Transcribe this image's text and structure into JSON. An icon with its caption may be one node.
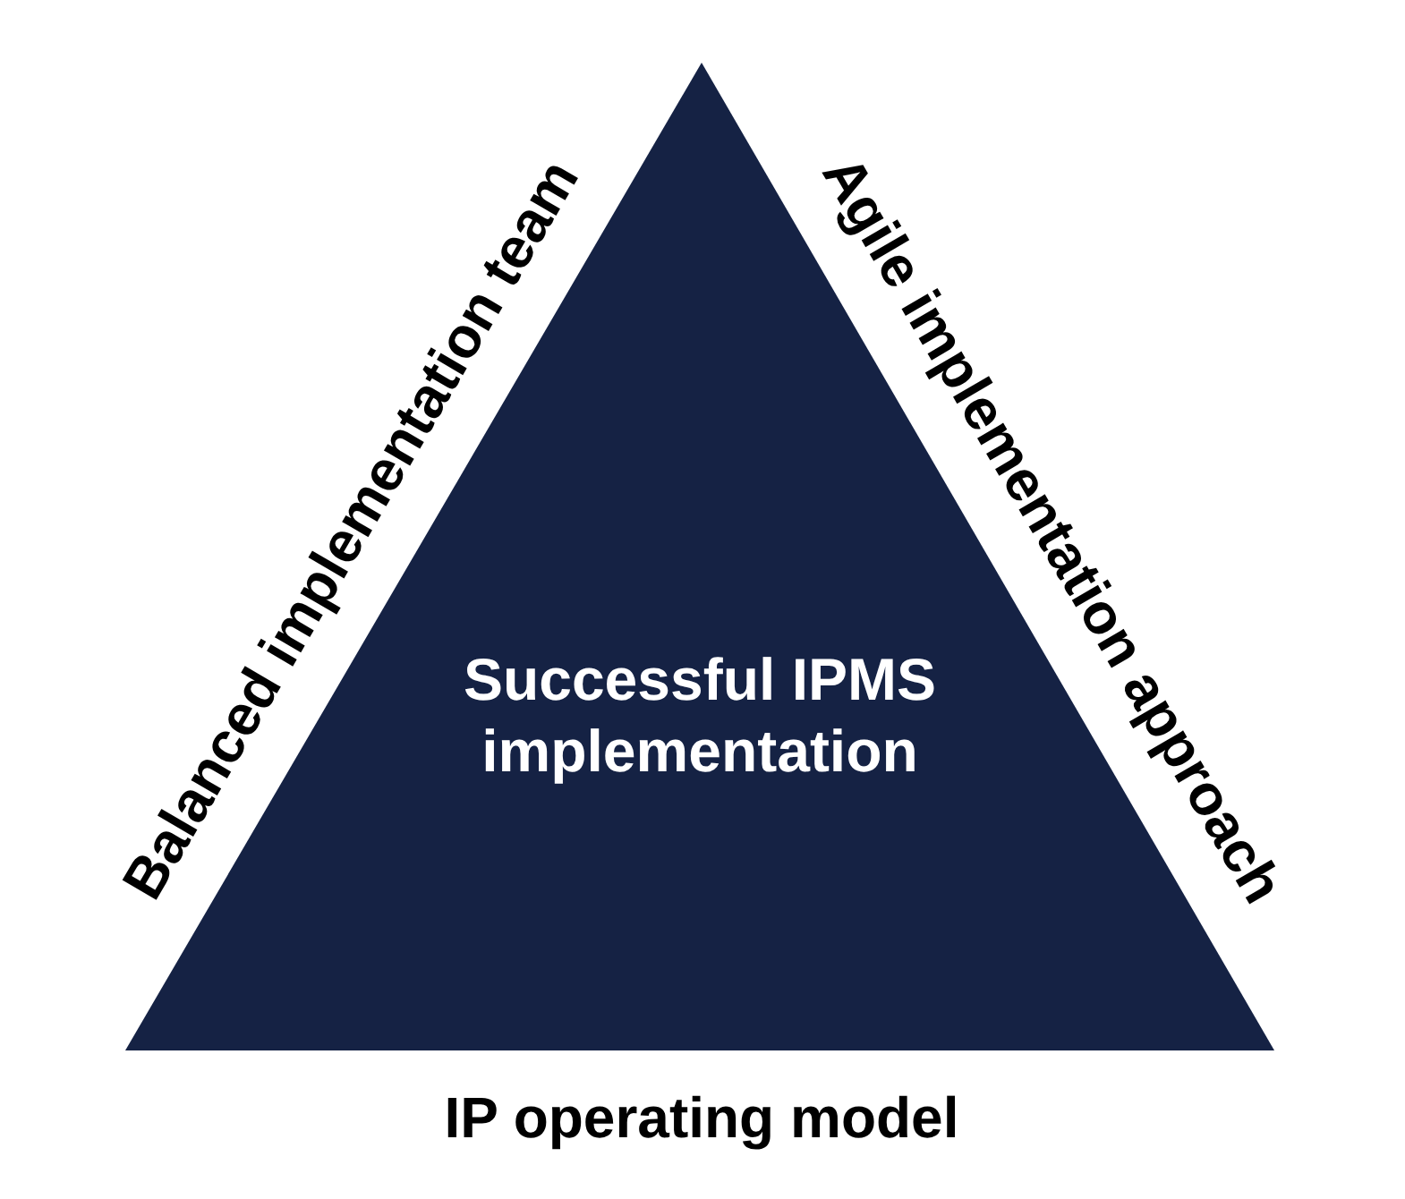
{
  "diagram": {
    "nodes": [
      {
        "text": [
          "Successful IPMS implementation"
        ]
      }
    ],
    "labels": [
      "Balanced implementation team",
      "Agile implementation approach",
      "IP operating model"
    ]
  }
}
